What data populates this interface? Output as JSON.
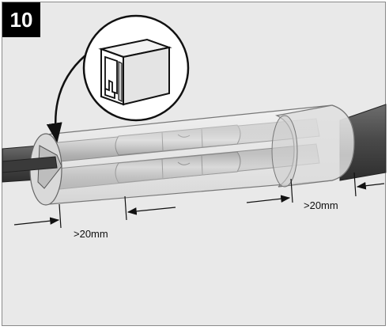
{
  "step": {
    "number": "10"
  },
  "dimensions": {
    "left_label": ">20mm",
    "right_label": ">20mm"
  },
  "icons": {
    "connector_detail": "double-clamp-connector-icon",
    "pointer_arrow": "curved-arrow-icon"
  },
  "colors": {
    "background": "#e9e9e9",
    "badge": "#000000",
    "cable_dark": "#4a4a4a",
    "sleeve": "#d8d8d8"
  }
}
